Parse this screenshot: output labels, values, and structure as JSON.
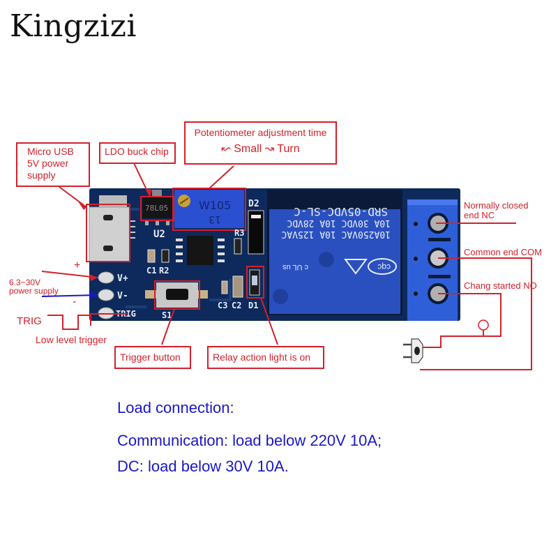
{
  "brand": "Kingzizi",
  "callouts": {
    "micro_usb": [
      "Micro USB",
      "5V power",
      "supply"
    ],
    "ldo": "LDO buck chip",
    "pot_title": "Potentiometer adjustment time",
    "pot_small": "Small",
    "pot_turn": "Turn",
    "trigger_button": "Trigger button",
    "relay_light": "Relay action light is on"
  },
  "left_labels": {
    "plus": "+",
    "minus": "-",
    "voltage": "6.3~30V",
    "power_supply": "power supply",
    "trig": "TRIG",
    "low_level": "Low level trigger"
  },
  "right_labels": {
    "nc_line1": "Normally closed",
    "nc_line2": "end NC",
    "com": "Common end COM",
    "no": "Chang started NO"
  },
  "pcb": {
    "pins": [
      "V+",
      "V-",
      "TRIG"
    ],
    "u2_chip": "78L05",
    "u2_label": "U2",
    "pot_marking_1": "W105",
    "pot_marking_2": "13",
    "d2": "D2",
    "r3": "R3",
    "c1": "C1",
    "r2": "R2",
    "c3": "C3",
    "c2": "C2",
    "d1": "D1",
    "s1": "S1",
    "relay_lines": [
      "SRD-05VDC-SL-C",
      "10A 30VDC  10A 28VDC",
      "10A250VAC  10A 125VAC"
    ],
    "relay_cert": "cqc",
    "relay_ul": "c UL us"
  },
  "load_info": {
    "title": "Load connection:",
    "ac": "Communication: load below 220V 10A;",
    "dc": "DC: load below 30V 10A."
  },
  "colors": {
    "callout_red": "#d4202a",
    "pcb_blue": "#0e2a5c",
    "relay_blue": "#2a50c0",
    "text_blue": "#1818c8"
  }
}
